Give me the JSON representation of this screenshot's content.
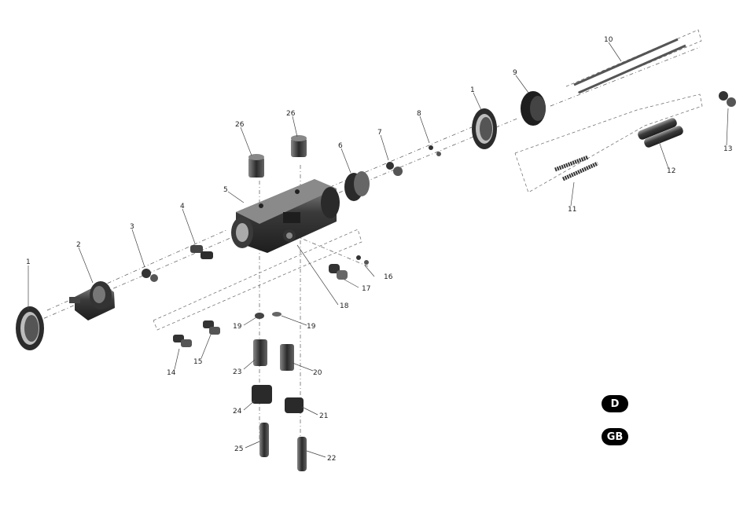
{
  "labels": {
    "p1a": "1",
    "p1b": "1",
    "p2": "2",
    "p3": "3",
    "p4": "4",
    "p5": "5",
    "p6": "6",
    "p7": "7",
    "p8": "8",
    "p9": "9",
    "p10": "10",
    "p11": "11",
    "p12": "12",
    "p13": "13",
    "p14": "14",
    "p15": "15",
    "p16": "16",
    "p17": "17",
    "p18": "18",
    "p19a": "19",
    "p19b": "19",
    "p20": "20",
    "p21": "21",
    "p22": "22",
    "p23": "23",
    "p24": "24",
    "p25": "25",
    "p26a": "26",
    "p26b": "26"
  },
  "languages": {
    "de": "D",
    "gb": "GB"
  },
  "colors": {
    "part_dark": "#2b2b2b",
    "part_mid": "#555555",
    "part_light": "#9a9a9a",
    "badge": "#000000"
  }
}
